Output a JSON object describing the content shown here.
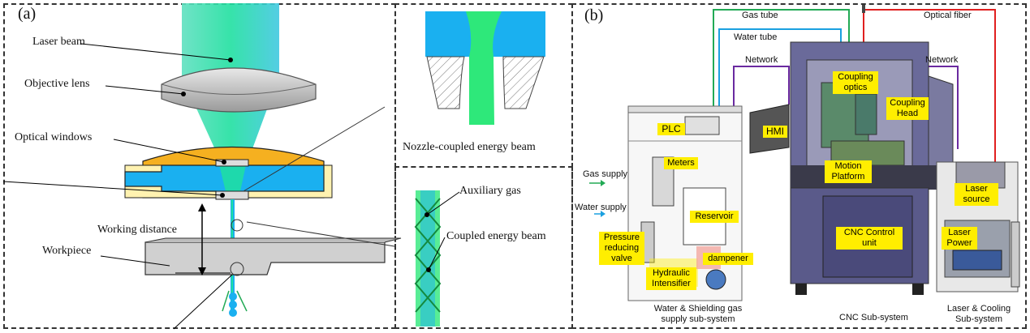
{
  "panel_a": {
    "tag": "(a)",
    "labels": {
      "laser_beam": "Laser beam",
      "objective_lens": "Objective lens",
      "optical_windows": "Optical windows",
      "working_distance": "Working distance",
      "workpiece": "Workpiece"
    },
    "nozzle_caption": "Nozzle-coupled energy beam",
    "zoom_labels": {
      "aux_gas": "Auxiliary gas",
      "coupled_beam": "Coupled energy beam"
    }
  },
  "panel_b": {
    "tag": "(b)",
    "connections": {
      "gas_tube": "Gas tube",
      "water_tube": "Water tube",
      "optical_fiber": "Optical fiber",
      "network_left": "Network",
      "network_right": "Network"
    },
    "inputs": {
      "gas_supply": "Gas supply",
      "water_supply": "Water supply"
    },
    "component_labels": {
      "plc": "PLC",
      "meters": "Meters",
      "reservoir": "Reservoir",
      "pressure_valve": "Pressure reducing valve",
      "dampener": "dampener",
      "hydraulic": "Hydraulic Intensifier",
      "hmi": "HMI",
      "coupling_optics": "Coupling optics",
      "coupling_head": "Coupling Head",
      "motion_platform": "Motion Platform",
      "cnc_unit": "CNC Control unit",
      "laser_source": "Laser source",
      "laser_power": "Laser Power"
    },
    "subsystems": {
      "water_gas": "Water & Shielding gas supply sub-system",
      "cnc": "CNC Sub-system",
      "laser_cooling": "Laser & Cooling Sub-system"
    }
  },
  "colors": {
    "beam_green": "#2ee87a",
    "water_blue": "#1ab0f0",
    "gas_line": "#22aa55",
    "water_line": "#1aa0e0",
    "fiber_line": "#e02020",
    "network_line": "#6a2aa0",
    "label_yellow": "#ffee00",
    "nozzle_orange": "#f5b020"
  }
}
